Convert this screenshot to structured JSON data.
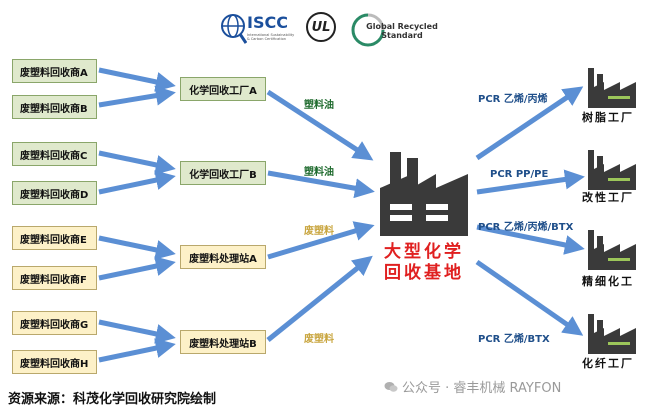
{
  "logos": {
    "iscc_text": "ISCC",
    "iscc_sub": "International Sustainability & Carbon Certification",
    "ul_text": "UL",
    "grs_text": "Global Recycled Standard"
  },
  "sources": [
    {
      "label": "废塑料回收商A"
    },
    {
      "label": "废塑料回收商B"
    },
    {
      "label": "废塑料回收商C"
    },
    {
      "label": "废塑料回收商D"
    },
    {
      "label": "废塑料回收商E"
    },
    {
      "label": "废塑料回收商F"
    },
    {
      "label": "废塑料回收商G"
    },
    {
      "label": "废塑料回收商H"
    }
  ],
  "intermediates": [
    {
      "label": "化学回收工厂A"
    },
    {
      "label": "化学回收工厂B"
    },
    {
      "label": "废塑料处理站A"
    },
    {
      "label": "废塑料处理站B"
    }
  ],
  "flows": [
    "塑料油",
    "塑料油",
    "废塑料",
    "废塑料"
  ],
  "center": {
    "line1": "大型化学",
    "line2": "回收基地"
  },
  "products": [
    "PCR 乙烯/丙烯",
    "PCR PP/PE",
    "PCR 乙烯/丙烯/BTX",
    "PCR 乙烯/BTX"
  ],
  "factories": [
    "树脂工厂",
    "改性工厂",
    "精细化工",
    "化纤工厂"
  ],
  "footer": "资源来源：科茂化学回收研究院绘制",
  "watermark": "公众号 · 睿丰机械 RAYFON",
  "colors": {
    "arrow": "#5b8fd4",
    "oil_text": "#1f6b2e",
    "waste_text": "#c9a640",
    "center_text": "#e02020"
  }
}
